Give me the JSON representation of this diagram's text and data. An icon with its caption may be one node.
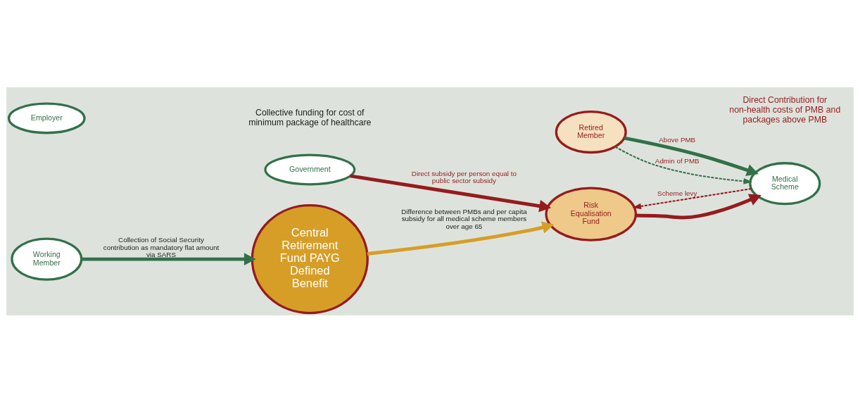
{
  "diagram": {
    "nodes": [
      {
        "text": [
          "Central Retirement Fund PAYG Defined Benefit"
        ]
      },
      {
        "text": [
          "Government"
        ]
      },
      {
        "text": [
          "Risk Equalisation Fund"
        ]
      },
      {
        "text": [
          "Working Member"
        ]
      },
      {
        "text": [
          "Employer"
        ]
      },
      {
        "text": [
          "Retired Member"
        ]
      },
      {
        "text": [
          "Medical Scheme"
        ]
      }
    ],
    "edges": [
      {
        "from": 3,
        "to": 0,
        "arrow": "to",
        "label": "Collection of Social Security contribution as mandatory flat amount via SARS",
        "color": "#33704a"
      },
      {
        "from": 0,
        "to": 2,
        "arrow": "to",
        "label": "Difference between PMBs and per capita subsidy for all medical scheme members over age 65",
        "color": "#d69e27"
      },
      {
        "from": 1,
        "to": 2,
        "arrow": "to",
        "label": "Direct subsidy per person equal to public sector subsidy",
        "color": "#961b1e"
      },
      {
        "from": 2,
        "to": 6,
        "arrow": "to",
        "color": "#961b1e"
      },
      {
        "from": 6,
        "to": 2,
        "arrow": "to",
        "label": "Scheme levy",
        "style": "dashed",
        "color": "#961b1e"
      },
      {
        "from": 5,
        "to": 6,
        "arrow": "to",
        "label": "Admin of PMB",
        "style": "dashed",
        "color": "#33704a"
      },
      {
        "from": 5,
        "to": 6,
        "arrow": "to",
        "label": "Above PMB",
        "color": "#33704a"
      }
    ],
    "labels": [
      "Collective funding for cost of minimum package of healthcare",
      "Direct Contribution for non-health costs of PMB and packages above PMB"
    ]
  }
}
